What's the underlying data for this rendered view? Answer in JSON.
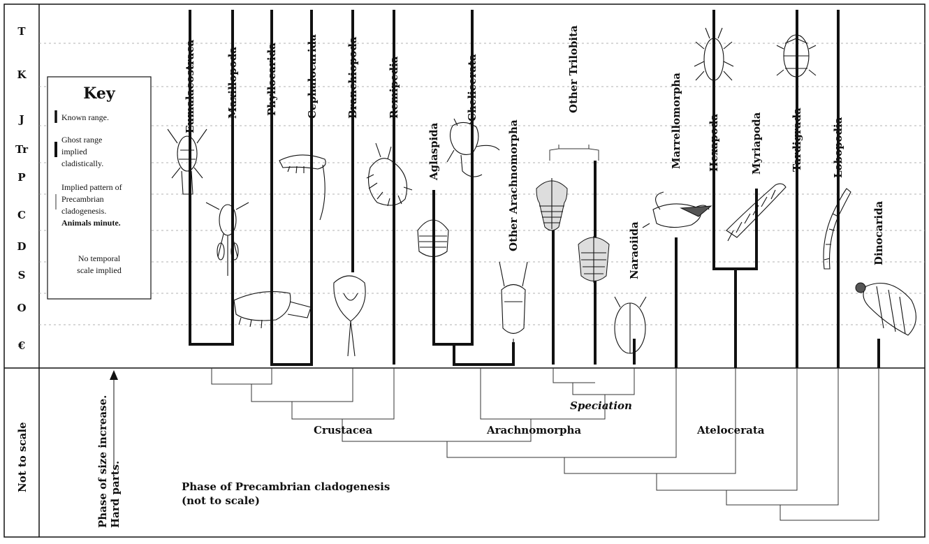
{
  "periods": [
    "T",
    "K",
    "J",
    "Tr",
    "P",
    "C",
    "D",
    "S",
    "O",
    "€"
  ],
  "not_to_scale_label": "Not to scale",
  "phase_size_label": "Phase of size increase.",
  "hard_parts_label": "Hard parts.",
  "key": {
    "title": "Key",
    "known_range": "Known range.",
    "ghost_range_lines": [
      "Ghost range",
      "implied",
      "cladistically."
    ],
    "implied_pattern_lines": [
      "Implied pattern of",
      "Precambrian",
      "cladogenesis."
    ],
    "animals_minute": "Animals minute.",
    "no_temporal_lines": [
      "No temporal",
      "scale implied"
    ]
  },
  "taxa": [
    {
      "id": "eumalacostraca",
      "label": "Eumalacostraca"
    },
    {
      "id": "maxillopoda",
      "label": "Maxillopoda"
    },
    {
      "id": "phyllocarida",
      "label": "Phyllocarida"
    },
    {
      "id": "cephalocarida",
      "label": "Cephalocarida"
    },
    {
      "id": "branchiopoda",
      "label": "Branchiopoda"
    },
    {
      "id": "remipedia",
      "label": "Remipedia"
    },
    {
      "id": "aglaspida",
      "label": "Aglaspida"
    },
    {
      "id": "chelicerata",
      "label": "Chelicerata"
    },
    {
      "id": "other-arachnomorpha",
      "label": "Other Arachnomorpha"
    },
    {
      "id": "other-trilobita",
      "label": "Other Trilobita"
    },
    {
      "id": "naraoiida",
      "label": "Naraoiida"
    },
    {
      "id": "marrellomorpha",
      "label": "Marrellomorpha"
    },
    {
      "id": "hexapoda",
      "label": "Hexapoda"
    },
    {
      "id": "myriapoda",
      "label": "Myriapoda"
    },
    {
      "id": "tardigrada",
      "label": "Tardigrada"
    },
    {
      "id": "lobopodia",
      "label": "Lobopodia"
    },
    {
      "id": "dinocarida",
      "label": "Dinocarida"
    }
  ],
  "groups": {
    "crustacea": "Crustacea",
    "arachnomorpha": "Arachnomorpha",
    "atelocerata": "Atelocerata",
    "speciation": "Speciation"
  },
  "phase_precambrian_lines": [
    "Phase of Precambrian cladogenesis",
    "(not to scale)"
  ]
}
